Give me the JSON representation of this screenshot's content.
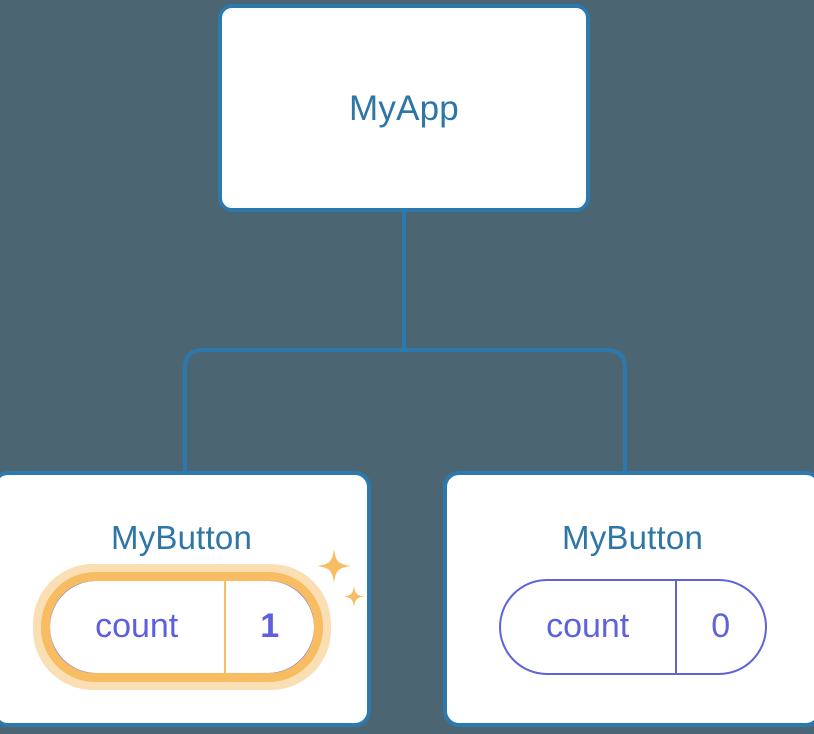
{
  "diagram": {
    "type": "component-tree",
    "background_color": "#4b6672",
    "node_border_color": "#2b79ad",
    "node_title_color": "#2d76a5",
    "state_color": "#5f63d8",
    "highlight_color": "#f8bc63",
    "highlight_glow_color": "#fbdfb4",
    "root": {
      "title": "MyApp"
    },
    "children": [
      {
        "title": "MyButton",
        "state": {
          "key": "count",
          "value": "1"
        },
        "highlighted": true,
        "sparkle_icon": "sparkles-icon"
      },
      {
        "title": "MyButton",
        "state": {
          "key": "count",
          "value": "0"
        },
        "highlighted": false
      }
    ]
  }
}
